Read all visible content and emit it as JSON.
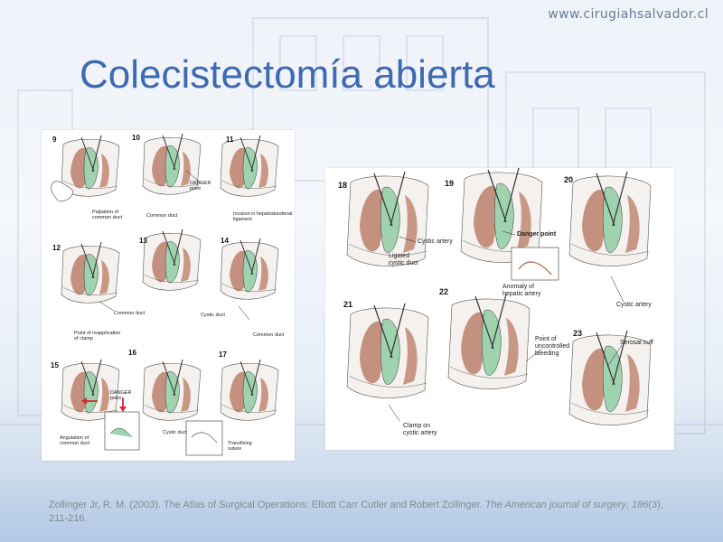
{
  "slide": {
    "url": "www.cirugiahsalvador.cl",
    "title": "Colecistectomía abierta",
    "citation": {
      "authors": "Zollinger Jr, R. M. (2003). The Atlas of Surgical Operations: Elliott Carr Cutler and Robert Zollinger.",
      "journal": "The American journal of surgery",
      "sep1": ", ",
      "volume": "186",
      "issue": "(3),",
      "pages": "211-216."
    }
  },
  "colors": {
    "title": "#3d6ab0",
    "gallbladder_green": "#9fd3b0",
    "tissue_brown": "#b5705a",
    "danger_arrow": "#d9272e"
  },
  "left_panel": {
    "figures": [
      {
        "num": "9",
        "labels": [
          "Palpation of\ncommon duct"
        ]
      },
      {
        "num": "10",
        "labels": [
          "DANGER\npoint",
          "Common duct"
        ]
      },
      {
        "num": "11",
        "labels": [
          "Incision in hepatoduodenal\nligament"
        ]
      },
      {
        "num": "12",
        "labels": [
          "Common duct",
          "Point of reapplication\nof clamp"
        ]
      },
      {
        "num": "13",
        "labels": [
          "Cystic duct"
        ]
      },
      {
        "num": "14",
        "labels": [
          "Common duct"
        ]
      },
      {
        "num": "15",
        "labels": [
          "DANGER\npoint",
          "Angulation of\ncommon duct"
        ]
      },
      {
        "num": "16",
        "labels": [
          "Cystic duct"
        ]
      },
      {
        "num": "17",
        "labels": [
          "Transfixing\nsuture"
        ]
      }
    ]
  },
  "right_panel": {
    "figures": [
      {
        "num": "18",
        "labels": [
          "Cystic artery",
          "Ligated\ncystic duct"
        ]
      },
      {
        "num": "19",
        "labels": [
          "Danger point",
          "Anomaly of\nhepatic artery"
        ]
      },
      {
        "num": "20",
        "labels": [
          "Cystic artery"
        ]
      },
      {
        "num": "21",
        "labels": [
          "Clamp on\ncystic artery"
        ]
      },
      {
        "num": "22",
        "labels": [
          "Point of\nuncontrolled\nbleeding"
        ]
      },
      {
        "num": "23",
        "labels": [
          "Serosal cuff"
        ]
      }
    ]
  }
}
